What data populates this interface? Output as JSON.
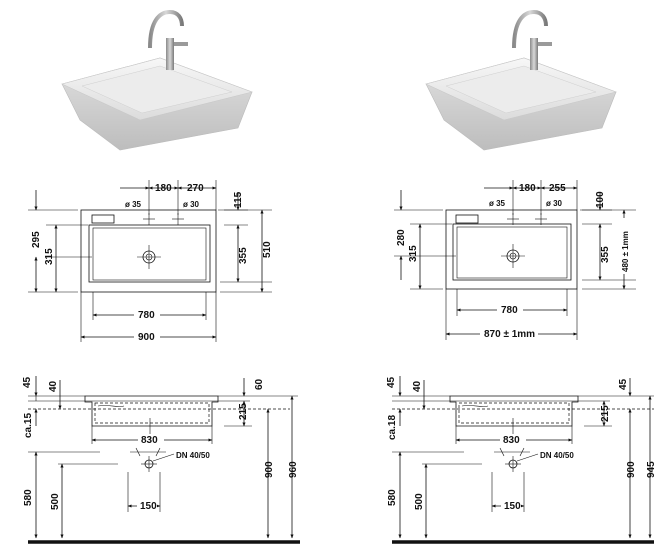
{
  "left": {
    "plan": {
      "d180": "180",
      "d270": "270",
      "d115": "115",
      "d35": "ø 35",
      "d30": "ø 30",
      "d295": "295",
      "d315": "315",
      "d355": "355",
      "d510": "510",
      "d780": "780",
      "d900": "900"
    },
    "section": {
      "d45": "45",
      "d40": "40",
      "d60": "60",
      "dca": "ca.15",
      "d215": "215",
      "d830": "830",
      "ddn": "DN 40/50",
      "d580": "580",
      "d500": "500",
      "d900": "900",
      "d960": "960",
      "d150": "150"
    }
  },
  "right": {
    "plan": {
      "d180": "180",
      "d255": "255",
      "d100": "100",
      "d35": "ø 35",
      "d30": "ø 30",
      "d280": "280",
      "d315": "315",
      "d355": "355",
      "d480": "480 ± 1mm",
      "d780": "780",
      "d870": "870 ± 1mm"
    },
    "section": {
      "d45": "45",
      "d40": "40",
      "d45b": "45",
      "dca": "ca.18",
      "d215": "215",
      "d830": "830",
      "ddn": "DN 40/50",
      "d580": "580",
      "d500": "500",
      "d900": "900",
      "d945": "945",
      "d150": "150"
    }
  }
}
